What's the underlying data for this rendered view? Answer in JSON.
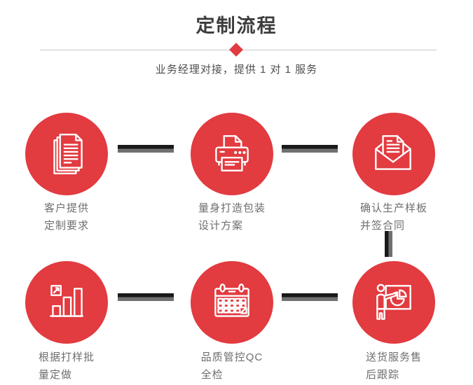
{
  "header": {
    "title": "定制流程",
    "subtitle": "业务经理对接，提供 1 对 1 服务"
  },
  "colors": {
    "accent_red": "#e23b40",
    "connector_dark": "#191919",
    "connector_gray": "#707070",
    "title_text": "#3d3d3d",
    "caption_text": "#6e6e6e",
    "divider_line": "#c9c9c9"
  },
  "steps": [
    {
      "icon": "documents-icon",
      "label_line1": "客户提供",
      "label_line2": "定制要求"
    },
    {
      "icon": "printer-icon",
      "label_line1": "量身打造包装",
      "label_line2": "设计方案"
    },
    {
      "icon": "envelope-icon",
      "label_line1": "确认生产样板",
      "label_line2": "并签合同"
    },
    {
      "icon": "bar-chart-icon",
      "label_line1": "根据打样批",
      "label_line2": "量定做"
    },
    {
      "icon": "calendar-icon",
      "label_line1": "品质管控QC",
      "label_line2": "全检"
    },
    {
      "icon": "presentation-icon",
      "label_line1": "送货服务售",
      "label_line2": "后跟踪"
    }
  ]
}
